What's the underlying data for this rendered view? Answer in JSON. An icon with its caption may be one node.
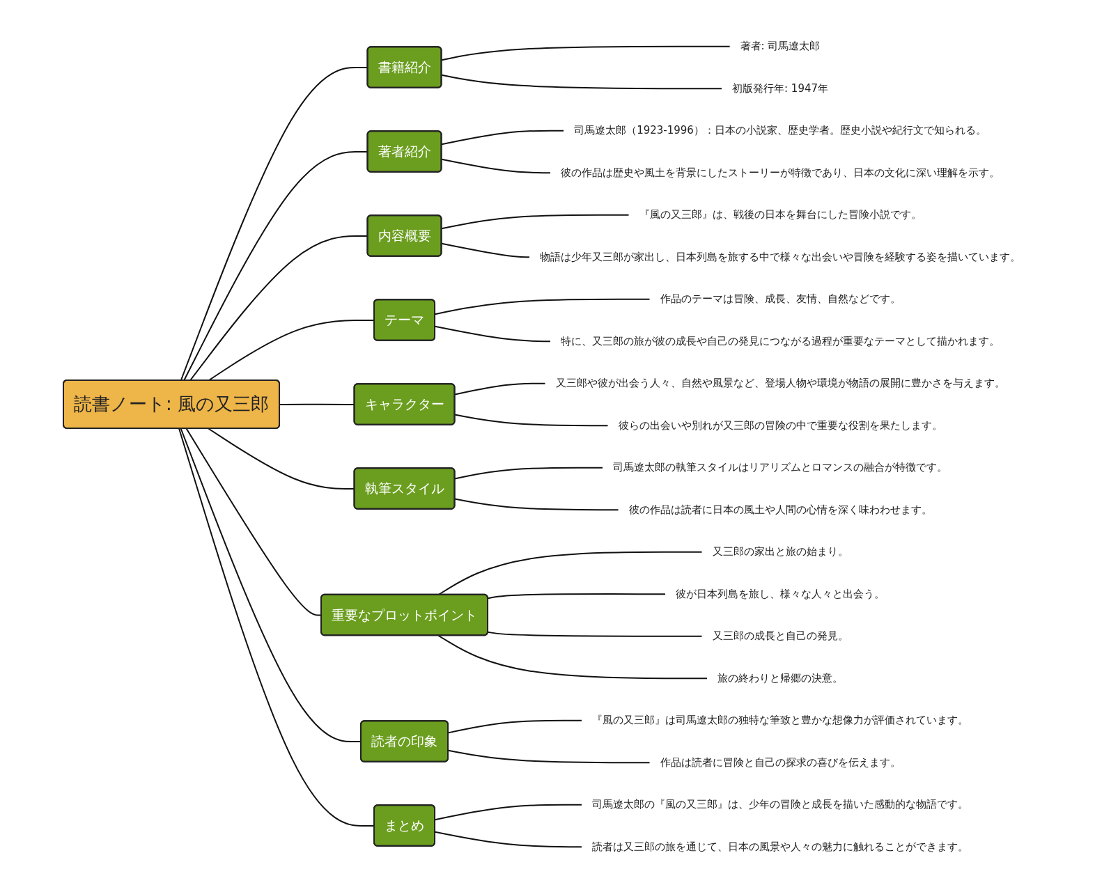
{
  "diagram": {
    "nodes": [
      {
        "text": [
          "読書ノート: 風の又三郎"
        ]
      },
      {
        "text": [
          "書籍紹介"
        ]
      },
      {
        "text": [
          "著者: 司馬遼太郎"
        ]
      },
      {
        "text": [
          "初版発行年: 1947年"
        ]
      },
      {
        "text": [
          "著者紹介"
        ]
      },
      {
        "text": [
          "司馬遼太郎（1923-1996）：日本の小説家、歴史学者。歴史小説や紀行文で知られる。"
        ]
      },
      {
        "text": [
          "彼の作品は歴史や風土を背景にしたストーリーが特徴であり、日本の文化に深い理解を示す。"
        ]
      },
      {
        "text": [
          "内容概要"
        ]
      },
      {
        "text": [
          "『風の又三郎』は、戦後の日本を舞台にした冒険小説です。"
        ]
      },
      {
        "text": [
          "物語は少年又三郎が家出し、日本列島を旅する中で様々な出会いや冒険を経験する姿を描いています。"
        ]
      },
      {
        "text": [
          "テーマ"
        ]
      },
      {
        "text": [
          "作品のテーマは冒険、成長、友情、自然などです。"
        ]
      },
      {
        "text": [
          "特に、又三郎の旅が彼の成長や自己の発見につながる過程が重要なテーマとして描かれます。"
        ]
      },
      {
        "text": [
          "キャラクター"
        ]
      },
      {
        "text": [
          "又三郎や彼が出会う人々、自然や風景など、登場人物や環境が物語の展開に豊かさを与えます。"
        ]
      },
      {
        "text": [
          "彼らの出会いや別れが又三郎の冒険の中で重要な役割を果たします。"
        ]
      },
      {
        "text": [
          "執筆スタイル"
        ]
      },
      {
        "text": [
          "司馬遼太郎の執筆スタイルはリアリズムとロマンスの融合が特徴です。"
        ]
      },
      {
        "text": [
          "彼の作品は読者に日本の風土や人間の心情を深く味わわせます。"
        ]
      },
      {
        "text": [
          "重要なプロットポイント"
        ]
      },
      {
        "text": [
          "又三郎の家出と旅の始まり。"
        ]
      },
      {
        "text": [
          "彼が日本列島を旅し、様々な人々と出会う。"
        ]
      },
      {
        "text": [
          "又三郎の成長と自己の発見。"
        ]
      },
      {
        "text": [
          "旅の終わりと帰郷の決意。"
        ]
      },
      {
        "text": [
          "読者の印象"
        ]
      },
      {
        "text": [
          "『風の又三郎』は司馬遼太郎の独特な筆致と豊かな想像力が評価されています。"
        ]
      },
      {
        "text": [
          "作品は読者に冒険と自己の探求の喜びを伝えます。"
        ]
      },
      {
        "text": [
          "まとめ"
        ]
      },
      {
        "text": [
          "司馬遼太郎の『風の又三郎』は、少年の冒険と成長を描いた感動的な物語です。"
        ]
      },
      {
        "text": [
          "読者は又三郎の旅を通じて、日本の風景や人々の魅力に触れることができます。"
        ]
      }
    ],
    "edges": [
      {
        "from": 0,
        "to": 1,
        "arrow": "none"
      },
      {
        "from": 1,
        "to": 2,
        "arrow": "none"
      },
      {
        "from": 1,
        "to": 3,
        "arrow": "none"
      },
      {
        "from": 0,
        "to": 4,
        "arrow": "none"
      },
      {
        "from": 4,
        "to": 5,
        "arrow": "none"
      },
      {
        "from": 4,
        "to": 6,
        "arrow": "none"
      },
      {
        "from": 0,
        "to": 7,
        "arrow": "none"
      },
      {
        "from": 7,
        "to": 8,
        "arrow": "none"
      },
      {
        "from": 7,
        "to": 9,
        "arrow": "none"
      },
      {
        "from": 0,
        "to": 10,
        "arrow": "none"
      },
      {
        "from": 10,
        "to": 11,
        "arrow": "none"
      },
      {
        "from": 10,
        "to": 12,
        "arrow": "none"
      },
      {
        "from": 0,
        "to": 13,
        "arrow": "none"
      },
      {
        "from": 13,
        "to": 14,
        "arrow": "none"
      },
      {
        "from": 13,
        "to": 15,
        "arrow": "none"
      },
      {
        "from": 0,
        "to": 16,
        "arrow": "none"
      },
      {
        "from": 16,
        "to": 17,
        "arrow": "none"
      },
      {
        "from": 16,
        "to": 18,
        "arrow": "none"
      },
      {
        "from": 0,
        "to": 19,
        "arrow": "none"
      },
      {
        "from": 19,
        "to": 20,
        "arrow": "none"
      },
      {
        "from": 19,
        "to": 21,
        "arrow": "none"
      },
      {
        "from": 19,
        "to": 22,
        "arrow": "none"
      },
      {
        "from": 19,
        "to": 23,
        "arrow": "none"
      },
      {
        "from": 0,
        "to": 24,
        "arrow": "none"
      },
      {
        "from": 24,
        "to": 25,
        "arrow": "none"
      },
      {
        "from": 24,
        "to": 26,
        "arrow": "none"
      },
      {
        "from": 0,
        "to": 27,
        "arrow": "none"
      },
      {
        "from": 27,
        "to": 28,
        "arrow": "none"
      },
      {
        "from": 27,
        "to": 29,
        "arrow": "none"
      }
    ]
  }
}
